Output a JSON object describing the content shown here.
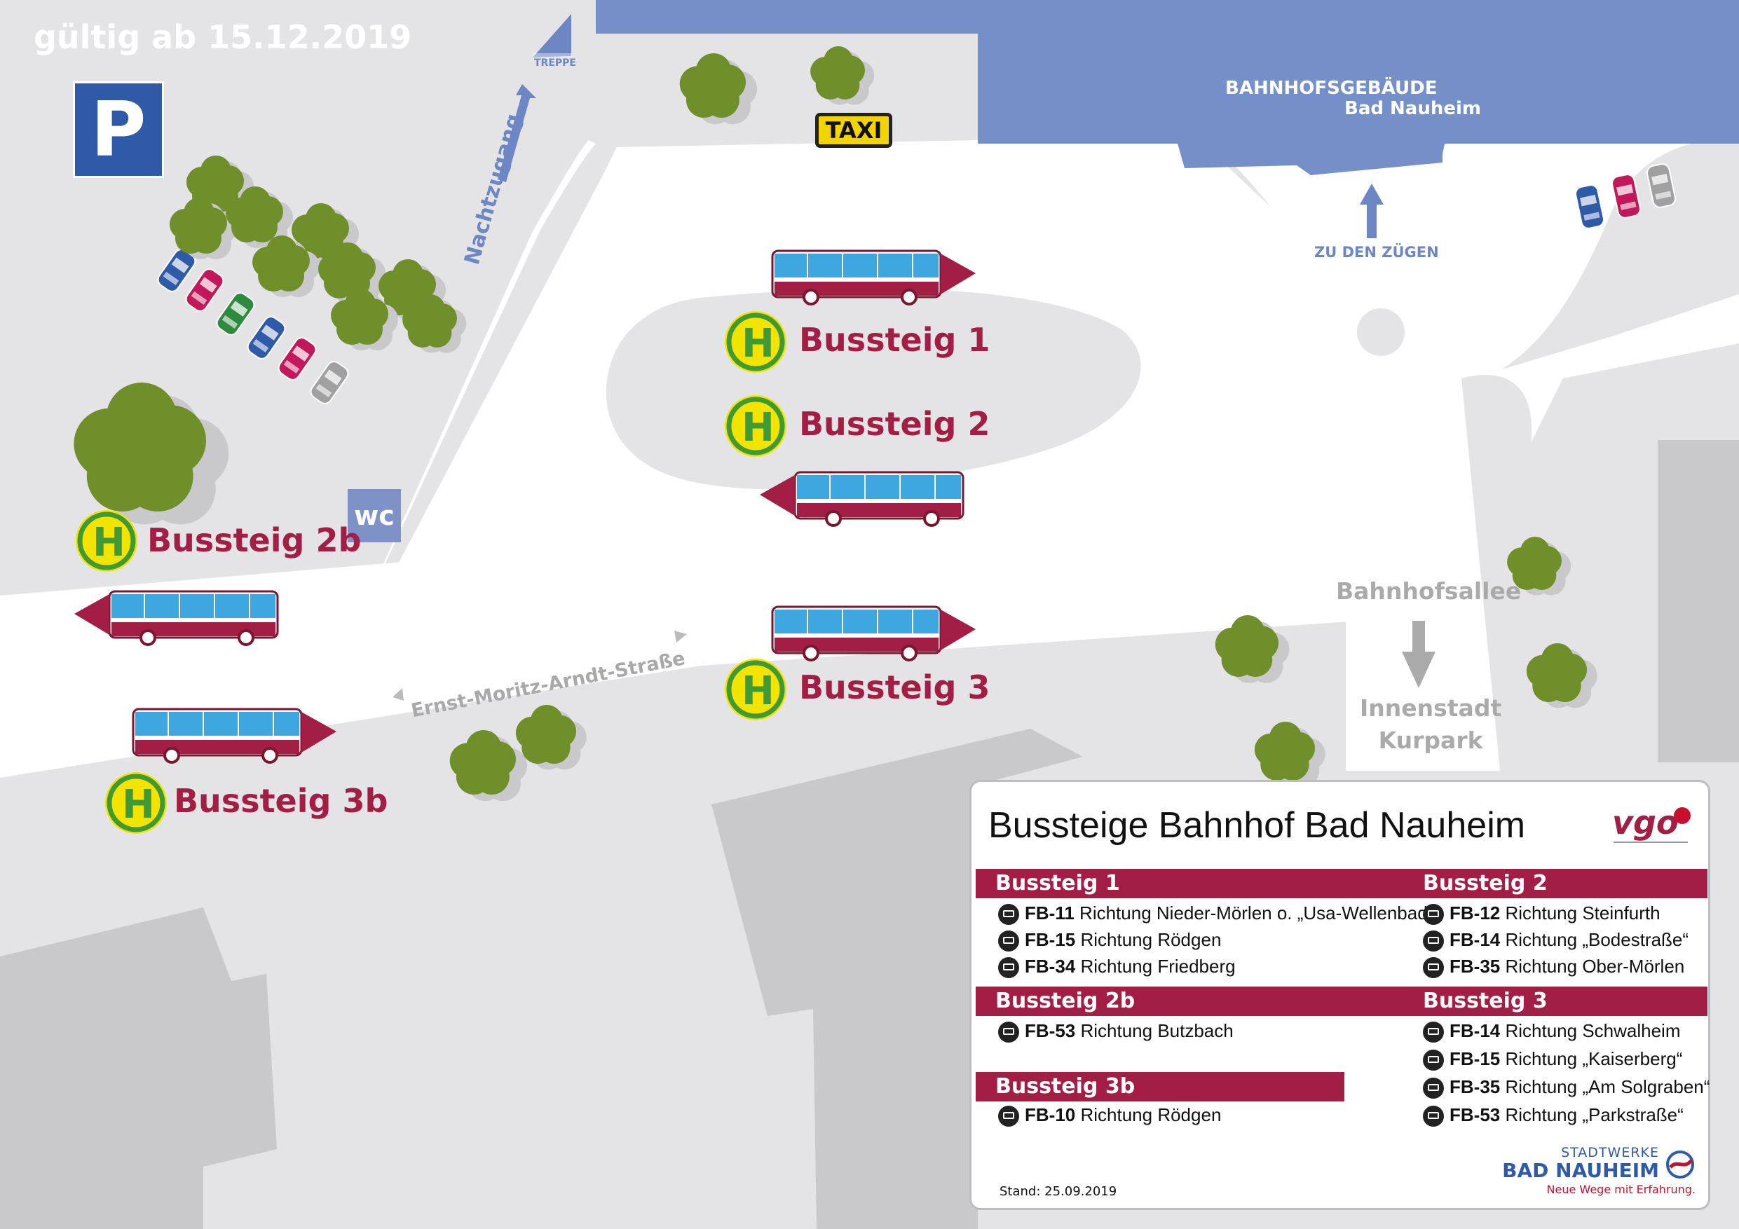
{
  "validity": "gültig ab 15.12.2019",
  "map": {
    "parking_symbol": "P",
    "wc_label": "wc",
    "taxi_label": "TAXI",
    "building_line1": "BAHNHOFSGEBÄUDE",
    "building_line2": "Bad Nauheim",
    "to_trains": "ZU DEN ZÜGEN",
    "stairs_label": "TREPPE",
    "night_access": "Nachtzugang",
    "street_name": "Ernst-Moritz-Arndt-Straße",
    "allee": "Bahnhofsallee",
    "innenstadt": "Innenstadt",
    "kurpark": "Kurpark",
    "stop_symbol": "H",
    "stops": {
      "b1": "Bussteig 1",
      "b2": "Bussteig 2",
      "b2b": "Bussteig 2b",
      "b3": "Bussteig 3",
      "b3b": "Bussteig 3b"
    },
    "colors": {
      "building": "#7590c9",
      "road_gray": "#e4e4e6",
      "stop_red": "#a31e44",
      "stop_yellow": "#f3e400",
      "stop_green": "#3f9a35",
      "tree_green": "#6e8f2a"
    }
  },
  "legend": {
    "title": "Bussteige Bahnhof Bad Nauheim",
    "logo_text": "vgo",
    "sections": [
      {
        "name": "Bussteig 1",
        "lines": [
          {
            "code": "FB-11",
            "text": "Richtung Nieder-Mörlen o. „Usa-Wellenbad“"
          },
          {
            "code": "FB-15",
            "text": "Richtung Rödgen"
          },
          {
            "code": "FB-34",
            "text": "Richtung Friedberg"
          }
        ]
      },
      {
        "name": "Bussteig 2",
        "lines": [
          {
            "code": "FB-12",
            "text": "Richtung Steinfurth"
          },
          {
            "code": "FB-14",
            "text": "Richtung „Bodestraße“"
          },
          {
            "code": "FB-35",
            "text": "Richtung Ober-Mörlen"
          }
        ]
      },
      {
        "name": "Bussteig 2b",
        "lines": [
          {
            "code": "FB-53",
            "text": "Richtung Butzbach"
          }
        ]
      },
      {
        "name": "Bussteig 3",
        "lines": [
          {
            "code": "FB-14",
            "text": "Richtung Schwalheim"
          },
          {
            "code": "FB-15",
            "text": "Richtung „Kaiserberg“"
          },
          {
            "code": "FB-35",
            "text": "Richtung „Am Solgraben“"
          },
          {
            "code": "FB-53",
            "text": "Richtung „Parkstraße“"
          }
        ]
      },
      {
        "name": "Bussteig 3b",
        "lines": [
          {
            "code": "FB-10",
            "text": "Richtung Rödgen"
          }
        ]
      }
    ],
    "stand": "Stand: 25.09.2019",
    "operator_top": "STADTWERKE",
    "operator_name": "BAD NAUHEIM",
    "operator_slogan": "Neue Wege mit Erfahrung."
  }
}
